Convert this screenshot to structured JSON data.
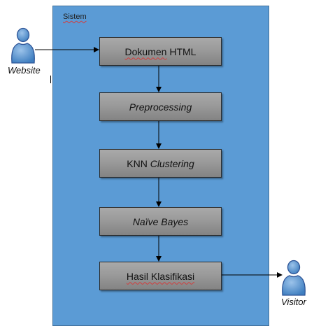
{
  "system": {
    "label": "Sistem"
  },
  "actors": {
    "website": {
      "label": "Website",
      "icon": "person-icon"
    },
    "visitor": {
      "label": "Visitor",
      "icon": "person-icon"
    }
  },
  "steps": [
    {
      "label": "Dokumen HTML"
    },
    {
      "label": "Preprocessing"
    },
    {
      "label": "KNN",
      "label_suffix": "Clustering"
    },
    {
      "label": "Naïve Bayes"
    },
    {
      "label": "Hasil Klasifikasi"
    }
  ],
  "colors": {
    "system_fill": "#5b9bd5",
    "step_fill": "#9a9a9a",
    "actor_fill": "#5b9bd5",
    "arrow": "#000000"
  }
}
